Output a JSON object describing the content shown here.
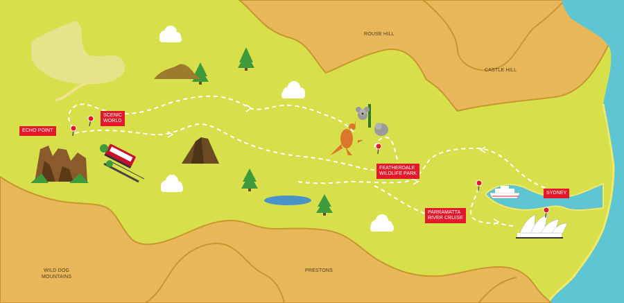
{
  "map": {
    "regions": [
      {
        "id": "rouse-hill",
        "label": "ROUSE HILL"
      },
      {
        "id": "castle-hill",
        "label": "CASTLE HILL"
      },
      {
        "id": "wild-dog-mountains",
        "label": "WILD DOG\nMOUNTAINS"
      },
      {
        "id": "prestons",
        "label": "PRESTONS"
      }
    ],
    "stops": [
      {
        "id": "echo-point",
        "label": "ECHO POINT"
      },
      {
        "id": "scenic-world",
        "label": "SCENIC\nWORLD"
      },
      {
        "id": "featherdale",
        "label": "FEATHERDALE\nWILDLIFE PARK"
      },
      {
        "id": "parramatta",
        "label": "PARRAMATTA\nRIVER CRUISE"
      },
      {
        "id": "sydney",
        "label": "SYDNEY"
      }
    ],
    "colors": {
      "land": "#d7e04a",
      "hills": "#e8b75a",
      "hill_border": "#c9962e",
      "sea": "#5ec6d2",
      "route": "#ffffff",
      "tag": "#e3192b",
      "pin": "#e3192b",
      "tree": "#3e9a3a",
      "lake": "#4a93c9"
    }
  }
}
